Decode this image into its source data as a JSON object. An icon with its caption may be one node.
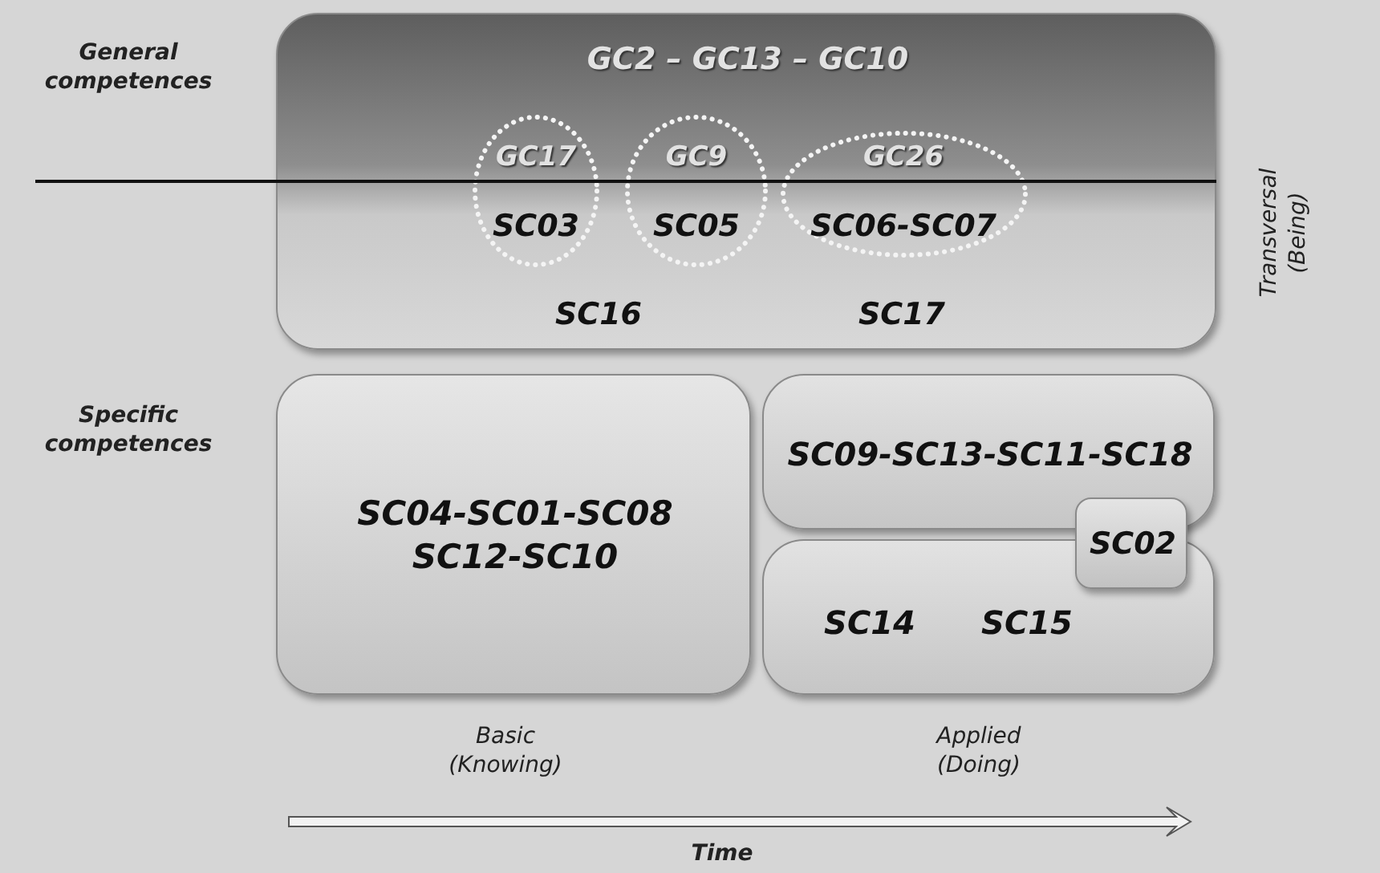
{
  "diagram": {
    "nodes": [
      {
        "text": [
          "GC2 – GC13 – GC10",
          "SC16",
          "SC17"
        ]
      },
      {
        "text": [
          "GC17",
          "SC03"
        ],
        "in": 0
      },
      {
        "text": [
          "GC9",
          "SC05"
        ],
        "in": 0
      },
      {
        "text": [
          "GC26",
          "SC06-SC07"
        ],
        "in": 0
      },
      {
        "text": [
          "SC04-SC01-SC08 SC12-SC10"
        ]
      },
      {
        "text": [
          "SC09-SC13-SC11-SC18"
        ]
      },
      {
        "text": [
          "SC14",
          "SC15"
        ]
      },
      {
        "text": [
          "SC02"
        ]
      }
    ],
    "edges": [],
    "labels": [
      "General competences",
      "Transversal (Being)",
      "Specific competences",
      "Basic (Knowing)",
      "Applied (Doing)",
      "Time"
    ]
  }
}
